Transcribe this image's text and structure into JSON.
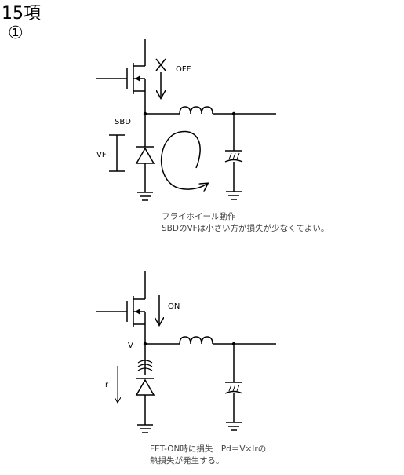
{
  "heading": "15項",
  "subheading": "①",
  "top": {
    "state": "OFF",
    "node": "SBD",
    "voltage": "VF",
    "caption1": "フライホイール動作",
    "caption2": "SBDのVFは小さい方が損失が少なくてよい。"
  },
  "bottom": {
    "state": "ON",
    "node": "V",
    "current": "Ir",
    "caption1": "FET-ON時に損失　Pd＝V×Irの",
    "caption2": "熱損失が発生する。"
  }
}
